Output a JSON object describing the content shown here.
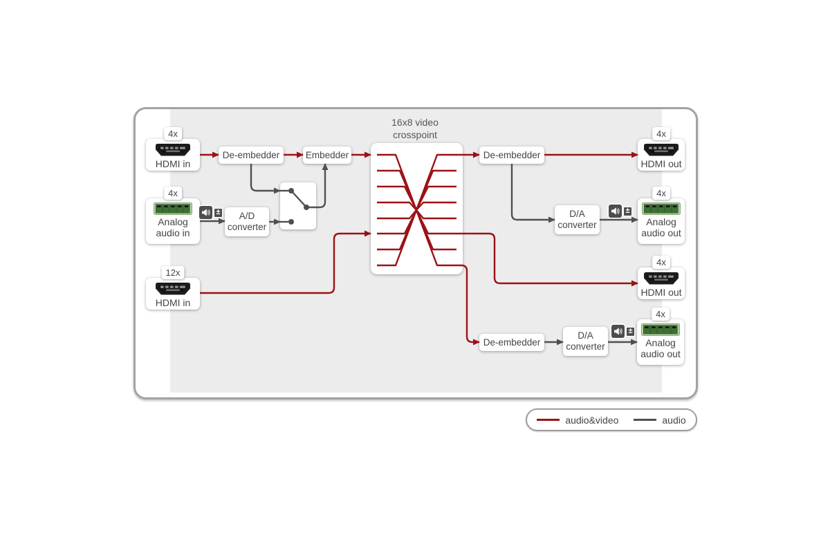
{
  "diagram": {
    "title_line1": "16x8 video",
    "title_line2": "crosspoint",
    "inputs": {
      "hdmi_in_1": {
        "badge": "4x",
        "label": "HDMI in",
        "icon": "hdmi-connector"
      },
      "analog_in": {
        "badge": "4x",
        "label_line1": "Analog",
        "label_line2": "audio in",
        "icon": "terminal-block"
      },
      "hdmi_in_2": {
        "badge": "12x",
        "label": "HDMI in",
        "icon": "hdmi-connector"
      }
    },
    "blocks": {
      "de_embedder_1": "De-embedder",
      "embedder": "Embedder",
      "ad_converter_line1": "A/D",
      "ad_converter_line2": "converter",
      "de_embedder_2": "De-embedder",
      "da_converter_1_line1": "D/A",
      "da_converter_1_line2": "converter",
      "de_embedder_3": "De-embedder",
      "da_converter_2_line1": "D/A",
      "da_converter_2_line2": "converter"
    },
    "outputs": {
      "hdmi_out_1": {
        "badge": "4x",
        "label": "HDMI out",
        "icon": "hdmi-connector"
      },
      "analog_out_1": {
        "badge": "4x",
        "label_line1": "Analog",
        "label_line2": "audio out",
        "icon": "terminal-block"
      },
      "hdmi_out_2": {
        "badge": "4x",
        "label": "HDMI out",
        "icon": "hdmi-connector"
      },
      "analog_out_2": {
        "badge": "4x",
        "label_line1": "Analog",
        "label_line2": "audio out",
        "icon": "terminal-block"
      }
    },
    "speaker_icon": {
      "plusminus": "±"
    },
    "legend": {
      "audio_video": "audio&video",
      "audio": "audio"
    },
    "colors": {
      "audio_video_line": "#9b1116",
      "audio_line": "#4f4f4f",
      "panel_inner": "#ececec",
      "terminal_green_light": "#b5cfa2",
      "terminal_green_dark": "#3e7036"
    }
  }
}
